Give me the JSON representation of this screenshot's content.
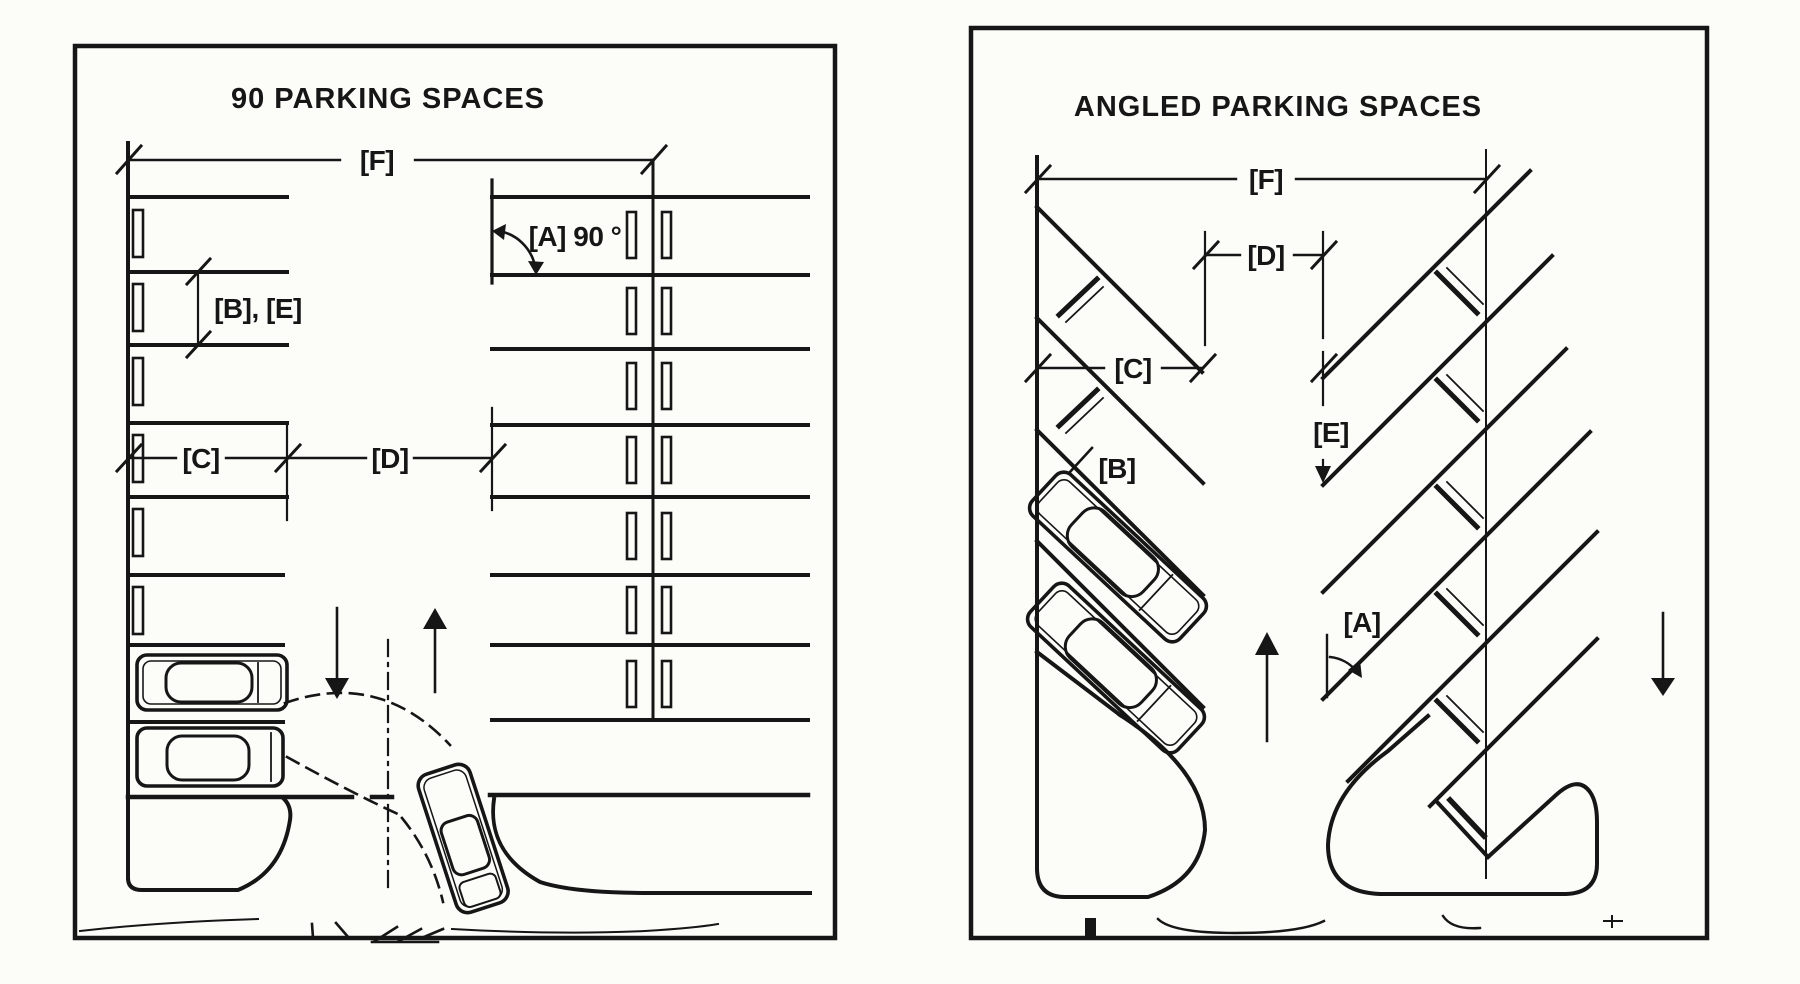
{
  "document": {
    "kind": "scanned parking design standards diagram",
    "paper_color": "#fcfcf9",
    "ink_color": "#161616"
  },
  "left_panel": {
    "title": "90 PARKING SPACES",
    "labels": {
      "F": "[F]",
      "A": "[A] 90 °",
      "BE": "[B], [E]",
      "C": "[C]",
      "D": "[D]"
    }
  },
  "right_panel": {
    "title": "ANGLED PARKING SPACES",
    "labels": {
      "F": "[F]",
      "D": "[D]",
      "C": "[C]",
      "E": "[E]",
      "B": "[B]",
      "A": "[A]"
    }
  }
}
